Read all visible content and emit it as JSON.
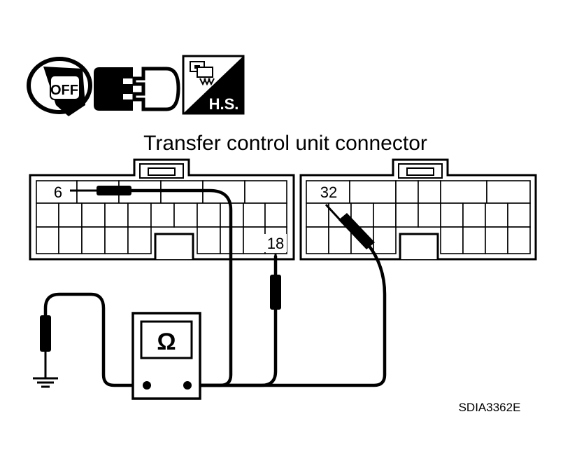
{
  "icons": {
    "ignition": {
      "name": "ignition-key-icon",
      "label": "OFF"
    },
    "connector": {
      "name": "connector-disconnect-icon"
    },
    "harness_side": {
      "name": "harness-side-icon",
      "label": "H.S."
    }
  },
  "title": "Transfer control unit connector",
  "pins": {
    "pin_a": "6",
    "pin_b": "18",
    "pin_c": "32"
  },
  "meter": {
    "symbol": "Ω",
    "icon": "ohmmeter-icon"
  },
  "ground": {
    "icon": "ground-icon"
  },
  "figure_code": "SDIA3362E"
}
